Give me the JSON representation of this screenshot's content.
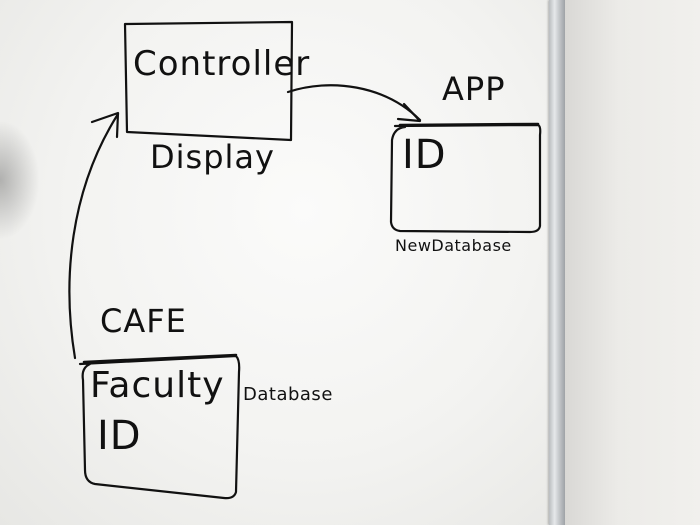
{
  "diagram": {
    "nodes": {
      "controller": {
        "label": "Controller",
        "caption": "Display"
      },
      "app": {
        "title": "APP",
        "label": "ID",
        "caption": "NewDatabase"
      },
      "cafe": {
        "title": "CAFE",
        "label_line1": "Faculty",
        "label_line2": "ID",
        "caption": "Database"
      }
    },
    "edges": [
      {
        "from": "controller",
        "to": "app"
      },
      {
        "from": "cafe",
        "to": "controller"
      }
    ],
    "colors": {
      "ink": "#111111",
      "board": "#f6f6f4",
      "frame": "#c8cbce"
    }
  }
}
